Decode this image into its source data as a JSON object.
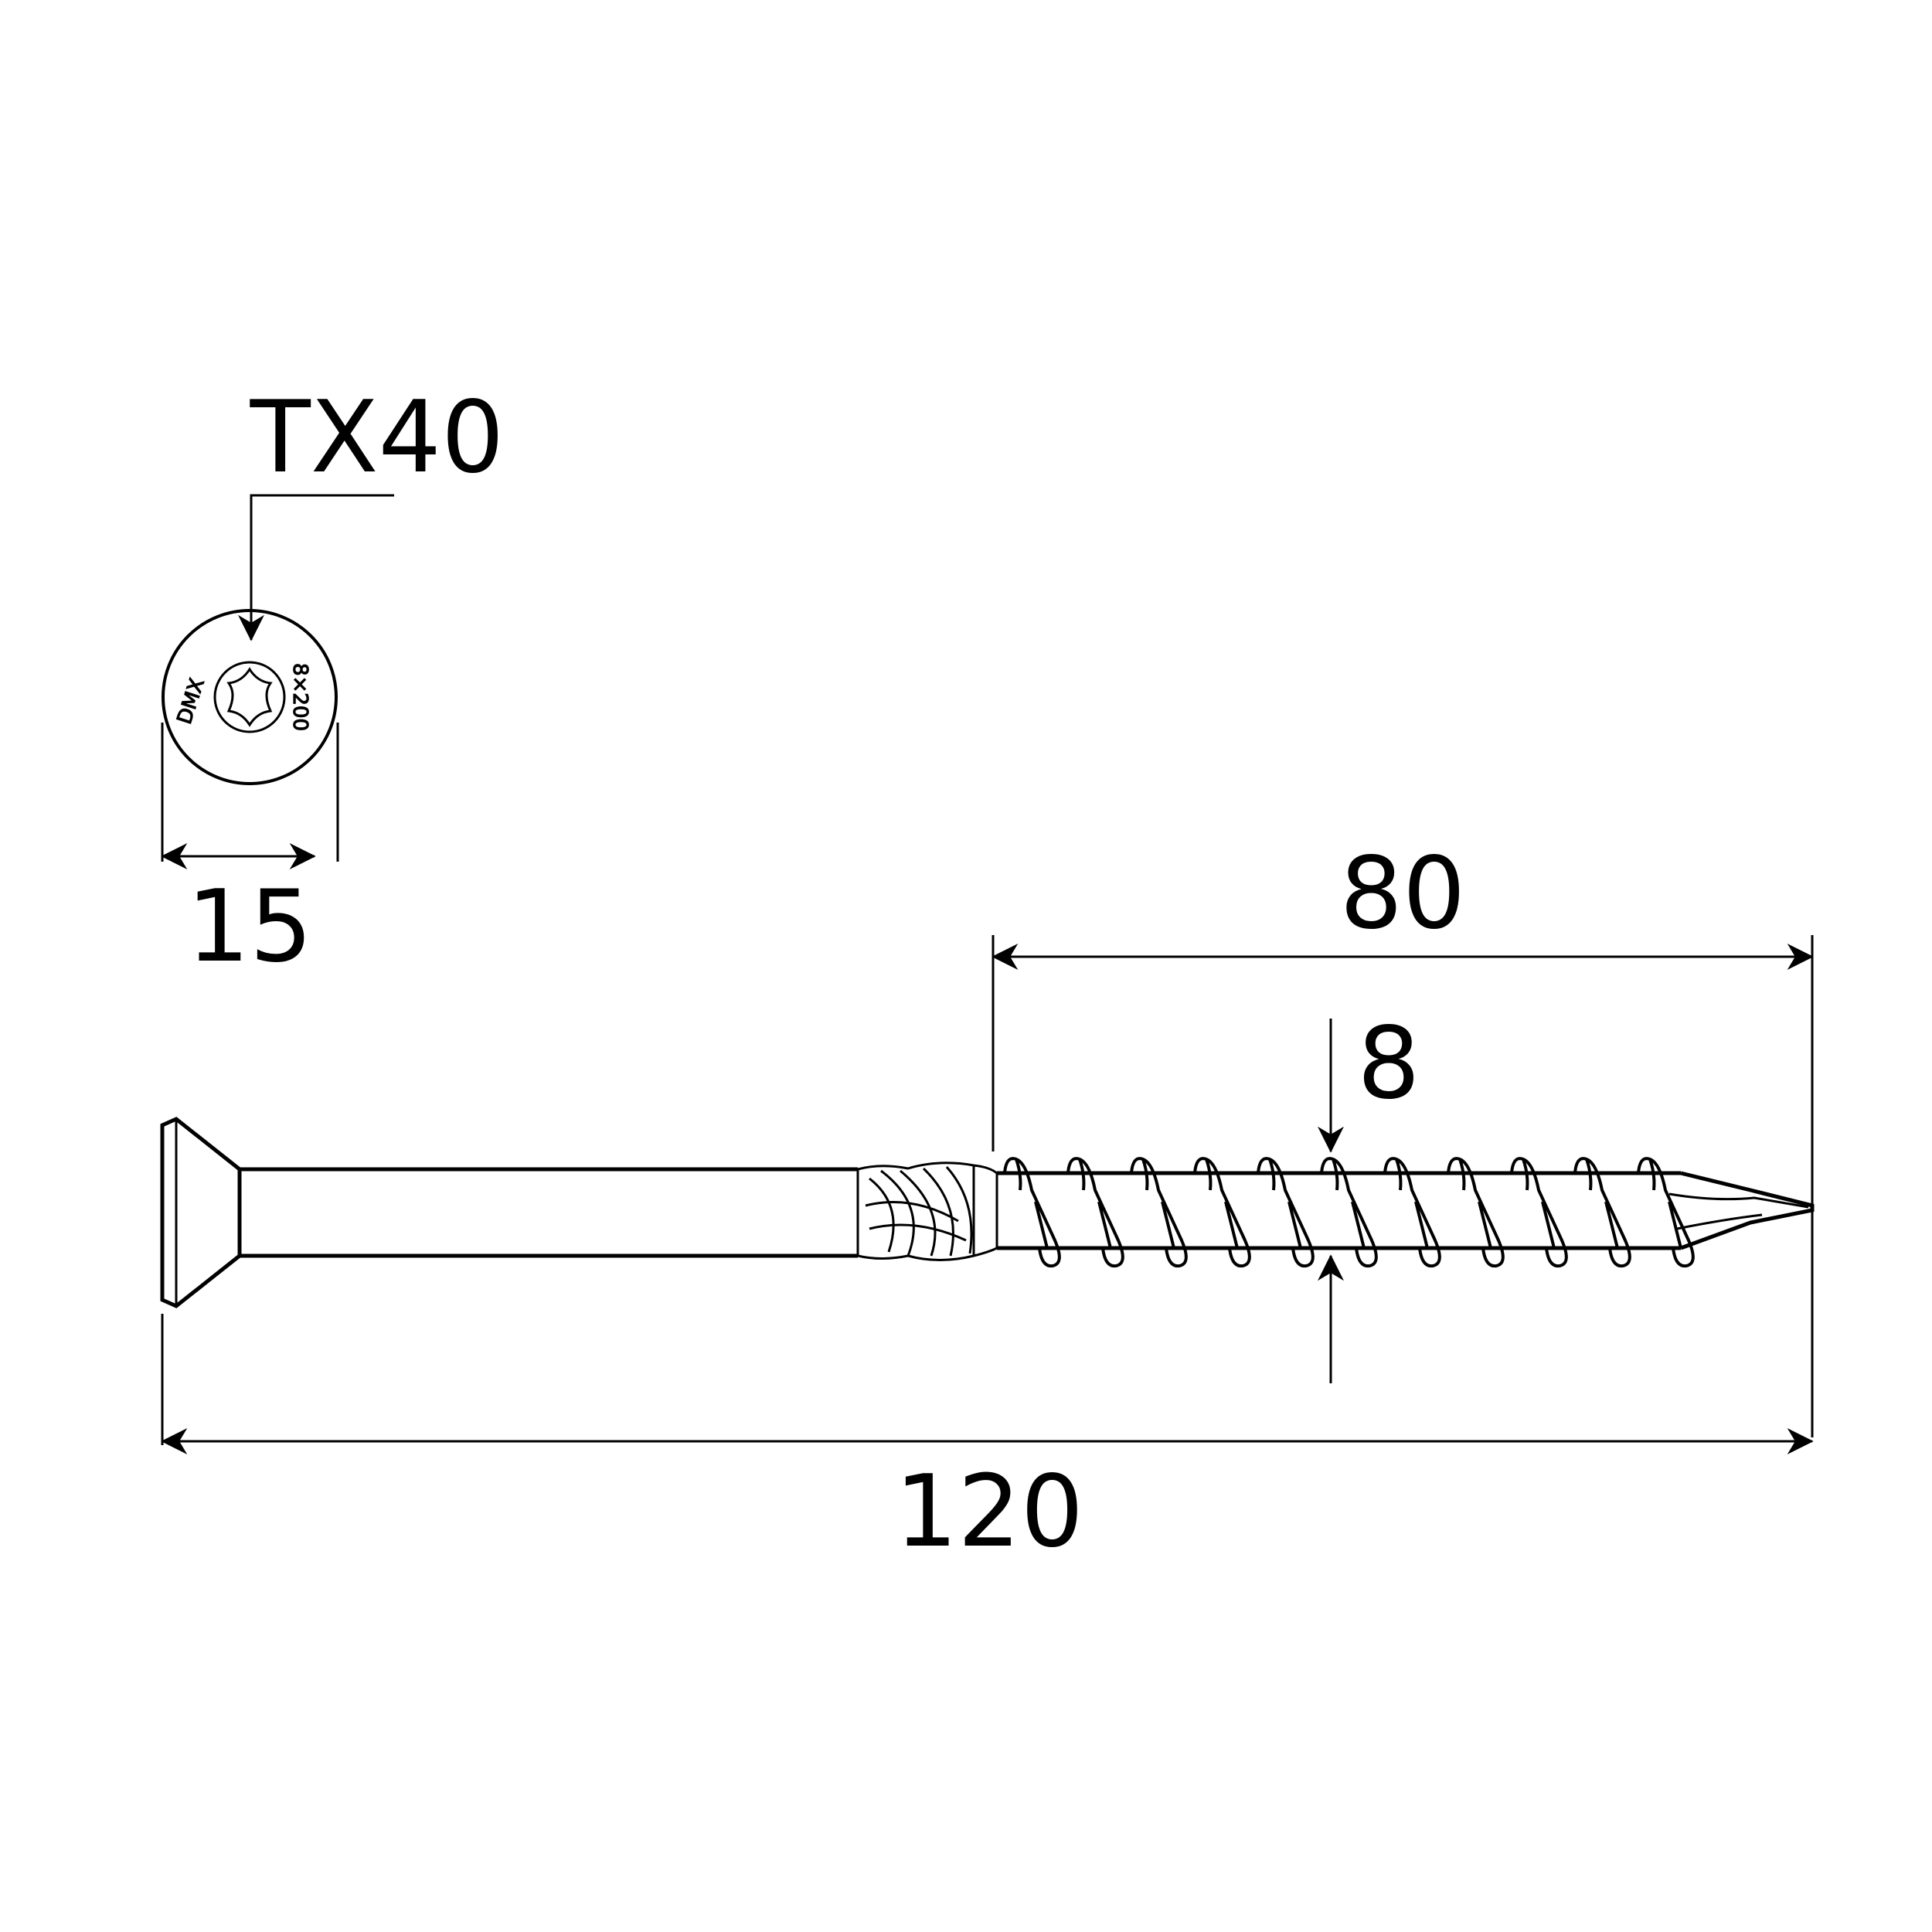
{
  "drive_label": "TX40",
  "head_marking": {
    "brand": "DMX",
    "size": "8×200"
  },
  "dimensions": {
    "head_diameter": "15",
    "thread_length": "80",
    "thread_diameter": "8",
    "total_length": "120"
  },
  "colors": {
    "ink": "#000000",
    "background": "#ffffff"
  }
}
